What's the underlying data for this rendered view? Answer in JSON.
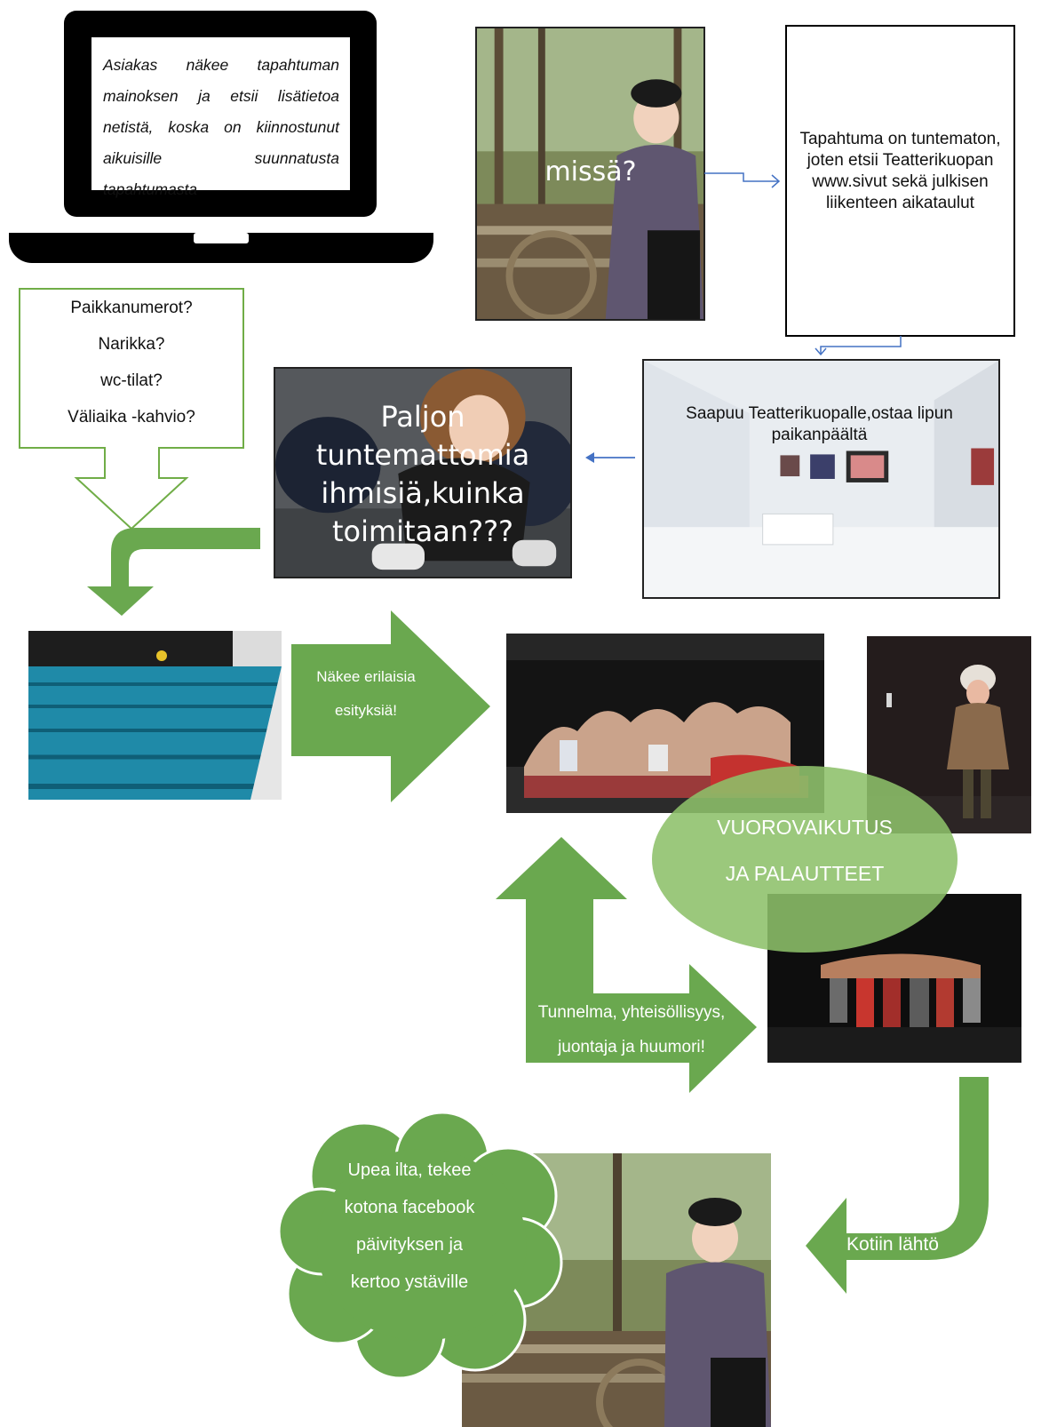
{
  "laptop": {
    "icon": "laptop-icon",
    "text": "Asiakas näkee tapahtuman mainoksen ja etsii lisätietoa netistä, koska on kiinnostunut aikuisille suunnatusta tapahtumasta"
  },
  "photo_woman_top": {
    "caption": "missä?"
  },
  "search_box": {
    "text": "Tapahtuma on tuntematon, joten etsii Teatterikuopan www.sivut sekä julkisen liikenteen aikataulut"
  },
  "questions": {
    "lines": [
      "Paikkanumerot?",
      "Narikka?",
      "wc-tilat?",
      "Väliaika -kahvio?"
    ]
  },
  "photo_crowd": {
    "caption": "Paljon tuntemattomia ihmisiä,kuinka toimitaan???"
  },
  "photo_gallery": {
    "caption": "Saapuu Teatterikuopalle,ostaa lipun paikanpäältä"
  },
  "arrow_shows": {
    "lines": [
      "Näkee erilaisia",
      "esityksiä!"
    ]
  },
  "interaction_ellipse": {
    "lines": [
      "VUOROVAIKUTUS",
      "JA PALAUTTEET"
    ]
  },
  "loop_arrow": {
    "lines": [
      "Tunnelma, yhteisöllisyys,",
      "juontaja ja huumori!"
    ]
  },
  "home_arrow": {
    "label": "Kotiin lähtö"
  },
  "cloud": {
    "lines": [
      "Upea ilta, tekee",
      "kotona facebook",
      "päivityksen ja",
      "kertoo ystäville"
    ]
  },
  "colors": {
    "green": "#6aa84f",
    "light_green": "#8dc06a",
    "outline_green": "#70ad47",
    "connector_blue": "#4472c4"
  }
}
